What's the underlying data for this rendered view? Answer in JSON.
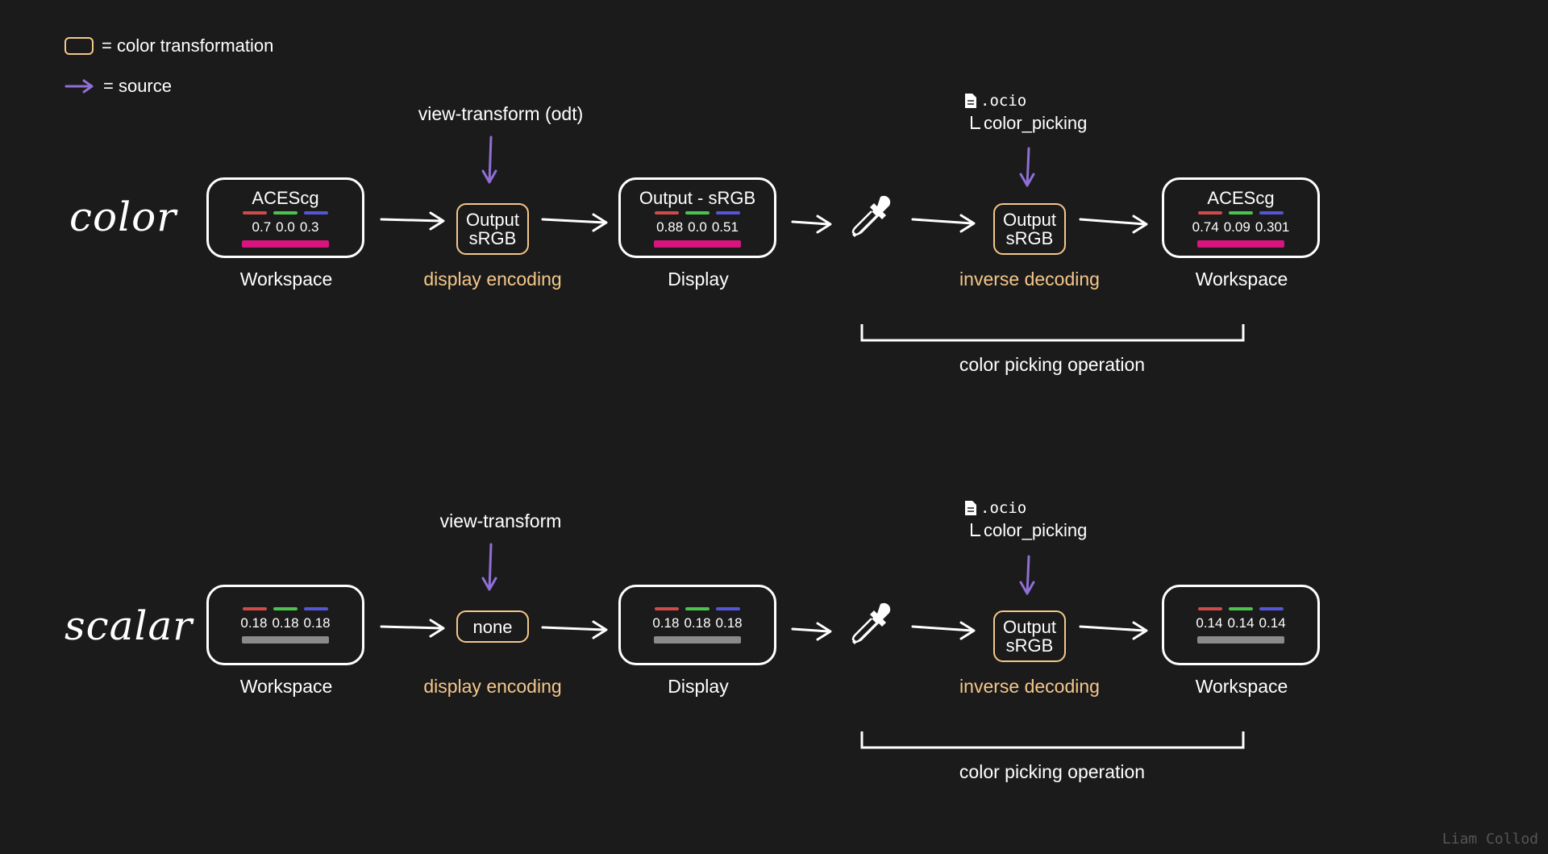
{
  "legend": {
    "transformation": "= color transformation",
    "source": "= source"
  },
  "colors": {
    "background": "#1b1b1b",
    "transform_border": "#f5c78a",
    "source_arrow": "#8f6fd6",
    "tick_red": "#d04a4a",
    "tick_green": "#4cc34c",
    "tick_blue": "#5555d8",
    "magenta": "#d8147e",
    "grey": "#8a8a8a"
  },
  "icons": [
    "file-icon",
    "eyedropper-icon",
    "arrow-icon"
  ],
  "rows": [
    {
      "label": "color",
      "source_label": "view-transform (odt)",
      "workspace_in": {
        "title": "ACEScg",
        "values": [
          "0.7",
          "0.0",
          "0.3"
        ],
        "caption": "Workspace",
        "swatch": "#d8147e"
      },
      "transform": {
        "lines": [
          "Output",
          "sRGB"
        ],
        "caption": "display encoding"
      },
      "display": {
        "title": "Output - sRGB",
        "values": [
          "0.88",
          "0.0",
          "0.51"
        ],
        "caption": "Display",
        "swatch": "#d8147e"
      },
      "ocio": {
        "file": ".ocio",
        "child": "color_picking"
      },
      "inverse": {
        "lines": [
          "Output",
          "sRGB"
        ],
        "caption": "inverse decoding"
      },
      "workspace_out": {
        "title": "ACEScg",
        "values": [
          "0.74",
          "0.09",
          "0.301"
        ],
        "caption": "Workspace",
        "swatch": "#d8147e"
      },
      "bracket_label": "color picking operation"
    },
    {
      "label": "scalar",
      "source_label": "view-transform",
      "workspace_in": {
        "title": "",
        "values": [
          "0.18",
          "0.18",
          "0.18"
        ],
        "caption": "Workspace",
        "swatch": "#8a8a8a"
      },
      "transform": {
        "lines": [
          "none"
        ],
        "caption": "display encoding"
      },
      "display": {
        "title": "",
        "values": [
          "0.18",
          "0.18",
          "0.18"
        ],
        "caption": "Display",
        "swatch": "#8a8a8a"
      },
      "ocio": {
        "file": ".ocio",
        "child": "color_picking"
      },
      "inverse": {
        "lines": [
          "Output",
          "sRGB"
        ],
        "caption": "inverse decoding"
      },
      "workspace_out": {
        "title": "",
        "values": [
          "0.14",
          "0.14",
          "0.14"
        ],
        "caption": "Workspace",
        "swatch": "#8a8a8a"
      },
      "bracket_label": "color picking operation"
    }
  ],
  "watermark": "Liam Collod"
}
